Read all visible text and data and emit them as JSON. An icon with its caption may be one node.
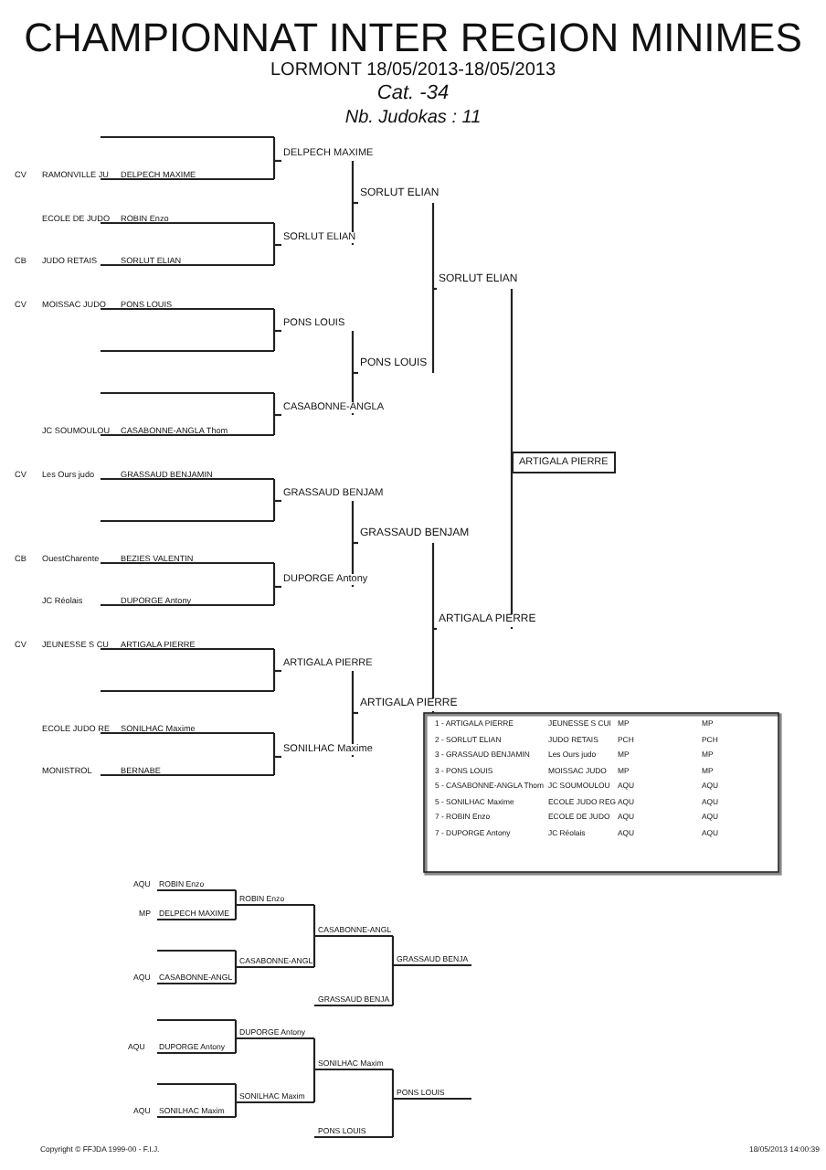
{
  "diagram": {
    "title": "CHAMPIONNAT INTER REGION MINIMES",
    "nodes": [
      {
        "text": [
          "ARTIGALA PIERRE"
        ]
      }
    ],
    "labels": [
      "LORMONT 18/05/2013-18/05/2013",
      "Cat. -34",
      "Nb. Judokas :  11",
      "DELPECH MAXIME",
      "CV",
      "RAMONVILLE JU",
      "DELPECH MAXIME",
      "SORLUT ELIAN",
      "ECOLE DE JUDO",
      "ROBIN Enzo",
      "SORLUT ELIAN",
      "CB",
      "JUDO RETAIS",
      "SORLUT ELIAN",
      "SORLUT ELIAN",
      "CV",
      "MOISSAC JUDO",
      "PONS LOUIS",
      "PONS LOUIS",
      "PONS LOUIS",
      "CASABONNE-ANGLA",
      "JC SOUMOULOU",
      "CASABONNE-ANGLA Thom",
      "CV",
      "Les Ours judo",
      "GRASSAUD BENJAMIN",
      "GRASSAUD BENJAM",
      "GRASSAUD BENJAM",
      "CB",
      "OuestCharente",
      "BEZIES VALENTIN",
      "DUPORGE Antony",
      "JC Réolais",
      "DUPORGE Antony",
      "ARTIGALA PIERRE",
      "CV",
      "JEUNESSE S CU",
      "ARTIGALA PIERRE",
      "ARTIGALA PIERRE",
      "ARTIGALA PIERRE",
      "ECOLE JUDO RE",
      "SONILHAC Maxime",
      "SONILHAC Maxime",
      "MONISTROL",
      "BERNABE",
      "1 - ARTIGALA PIERRE",
      "JEUNESSE S CUI",
      "MP",
      "MP",
      "2 - SORLUT ELIAN",
      "JUDO RETAIS",
      "PCH",
      "PCH",
      "3 - GRASSAUD BENJAMIN",
      "Les Ours judo",
      "MP",
      "MP",
      "3 - PONS LOUIS",
      "MOISSAC JUDO",
      "MP",
      "MP",
      "5 - CASABONNE-ANGLA Thom",
      "JC SOUMOULOU",
      "AQU",
      "AQU",
      "5 - SONILHAC Maxime",
      "ECOLE JUDO REG",
      "AQU",
      "AQU",
      "7 - ROBIN Enzo",
      "ECOLE DE JUDO",
      "AQU",
      "AQU",
      "7 - DUPORGE Antony",
      "JC Réolais",
      "AQU",
      "AQU",
      "AQU",
      "ROBIN Enzo",
      "ROBIN Enzo",
      "MP",
      "DELPECH MAXIME",
      "CASABONNE-ANGL",
      "CASABONNE-ANGL",
      "AQU",
      "CASABONNE-ANGL",
      "GRASSAUD BENJA",
      "GRASSAUD BENJA",
      "DUPORGE Antony",
      "AQU",
      "DUPORGE Antony",
      "SONILHAC Maxim",
      "PONS LOUIS",
      "SONILHAC Maxim",
      "AQU",
      "SONILHAC Maxim",
      "PONS LOUIS",
      "Copyright © FFJDA 1999-00 - F.I.J.",
      "18/05/2013 14:00:39"
    ]
  }
}
